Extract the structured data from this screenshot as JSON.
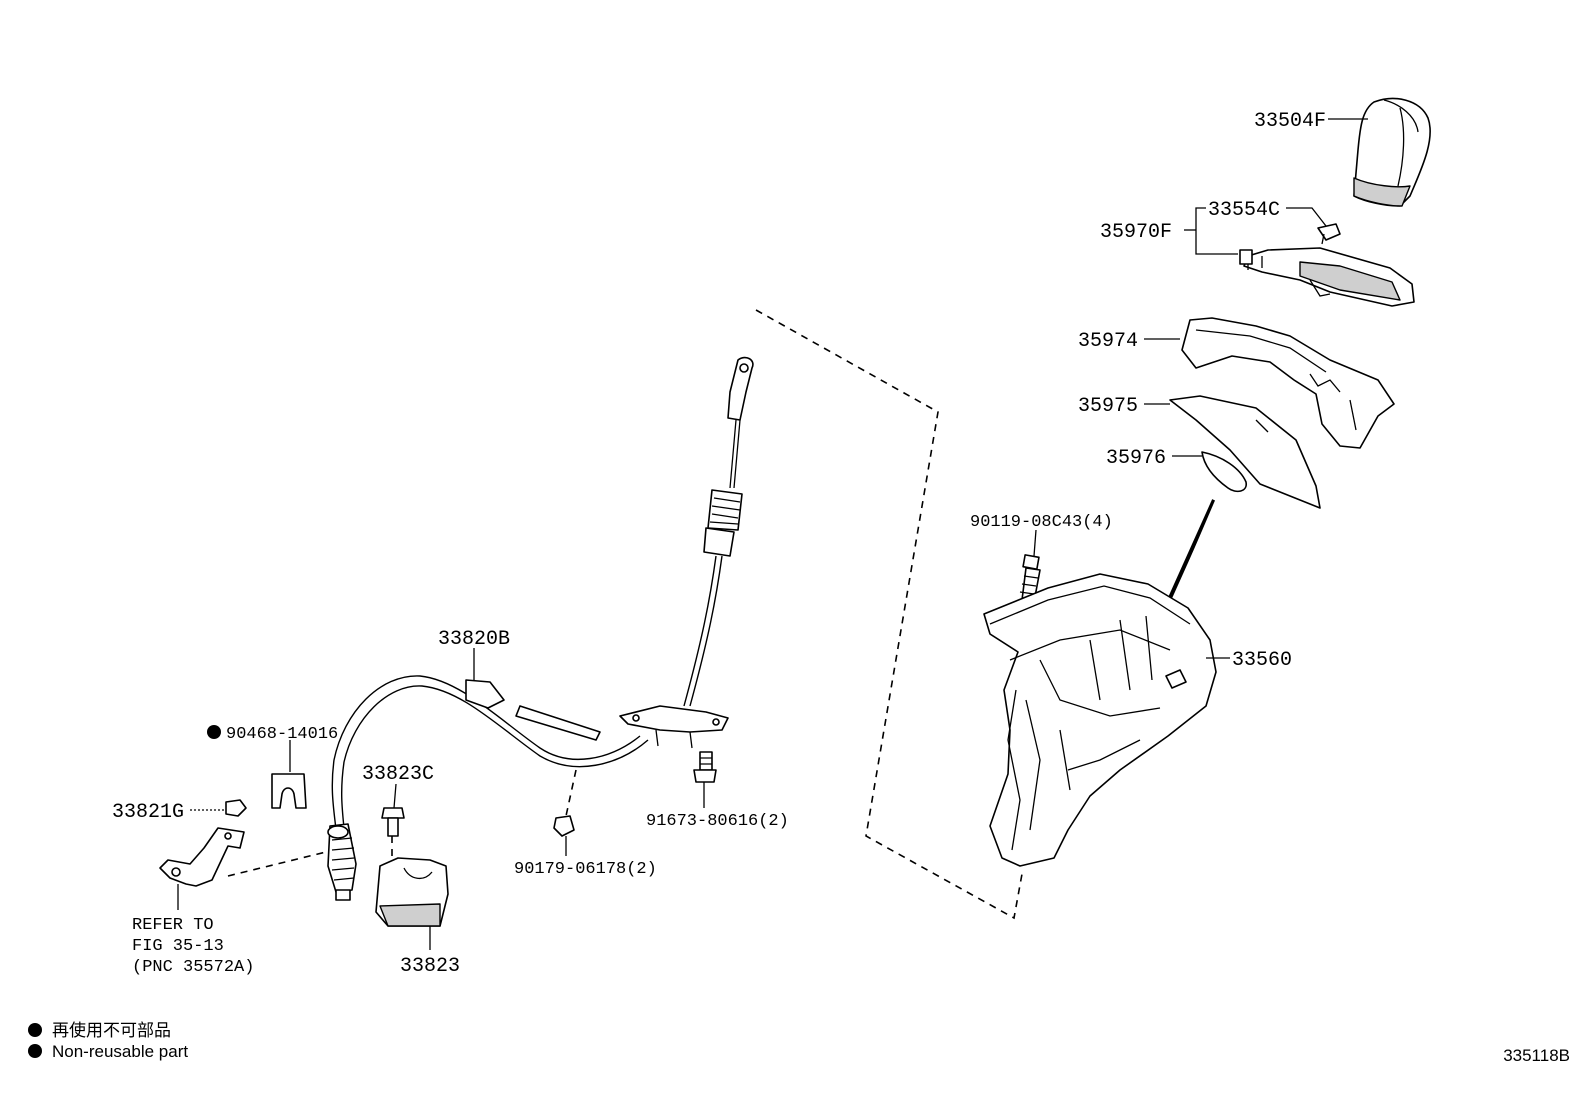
{
  "parts": {
    "p33504F": "33504F",
    "p33554C": "33554C",
    "p35970F": "35970F",
    "p35974": "35974",
    "p35975": "35975",
    "p35976": "35976",
    "p90119": "90119-08C43(4)",
    "p33560": "33560",
    "p33820B": "33820B",
    "p90468": "90468-14016",
    "p33823C": "33823C",
    "p33821G": "33821G",
    "p91673": "91673-80616(2)",
    "p90179": "90179-06178(2)",
    "p33823": "33823"
  },
  "refer": {
    "line1": "REFER TO",
    "line2": "FIG 35-13",
    "line3": "(PNC 35572A)"
  },
  "legend": {
    "jp": "再使用不可部品",
    "en": "Non-reusable part"
  },
  "diagram_code": "335118B"
}
